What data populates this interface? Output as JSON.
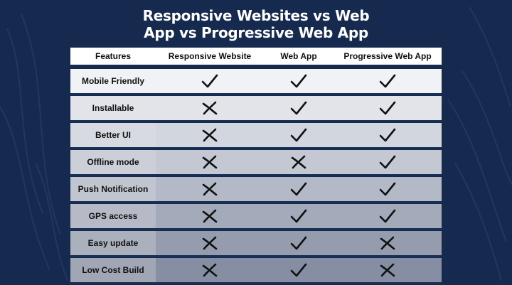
{
  "title": {
    "line1": "Responsive Websites vs Web",
    "line2": "App vs Progressive Web App"
  },
  "table": {
    "headers": [
      "Features",
      "Responsive Website",
      "Web App",
      "Progressive Web App"
    ],
    "rows": [
      {
        "feature": "Mobile Friendly",
        "values": [
          "check",
          "check",
          "check"
        ]
      },
      {
        "feature": "Installable",
        "values": [
          "cross",
          "check",
          "check"
        ]
      },
      {
        "feature": "Better UI",
        "values": [
          "cross",
          "check",
          "check"
        ]
      },
      {
        "feature": "Offline mode",
        "values": [
          "cross",
          "cross",
          "check"
        ]
      },
      {
        "feature": "Push Notification",
        "values": [
          "cross",
          "check",
          "check"
        ]
      },
      {
        "feature": "GPS access",
        "values": [
          "cross",
          "check",
          "check"
        ]
      },
      {
        "feature": "Easy update",
        "values": [
          "cross",
          "check",
          "cross"
        ]
      },
      {
        "feature": "Low Cost Build",
        "values": [
          "cross",
          "check",
          "cross"
        ]
      }
    ]
  },
  "colors": {
    "background": "#152a4e",
    "row_shades": [
      "#f1f2f5",
      "#e2e4ea",
      "#d2d6de",
      "#c3c8d2",
      "#b3b9c6",
      "#a3aaba",
      "#949cae",
      "#858ea2"
    ],
    "first_col_shades": [
      "#f1f2f5",
      "#e2e4ea",
      "#d7dae1",
      "#cccfd8",
      "#c1c5cf",
      "#b6bac6",
      "#abb0bd",
      "#a0a6b4"
    ]
  },
  "icons": {
    "check": "check-mark-icon",
    "cross": "cross-mark-icon"
  }
}
